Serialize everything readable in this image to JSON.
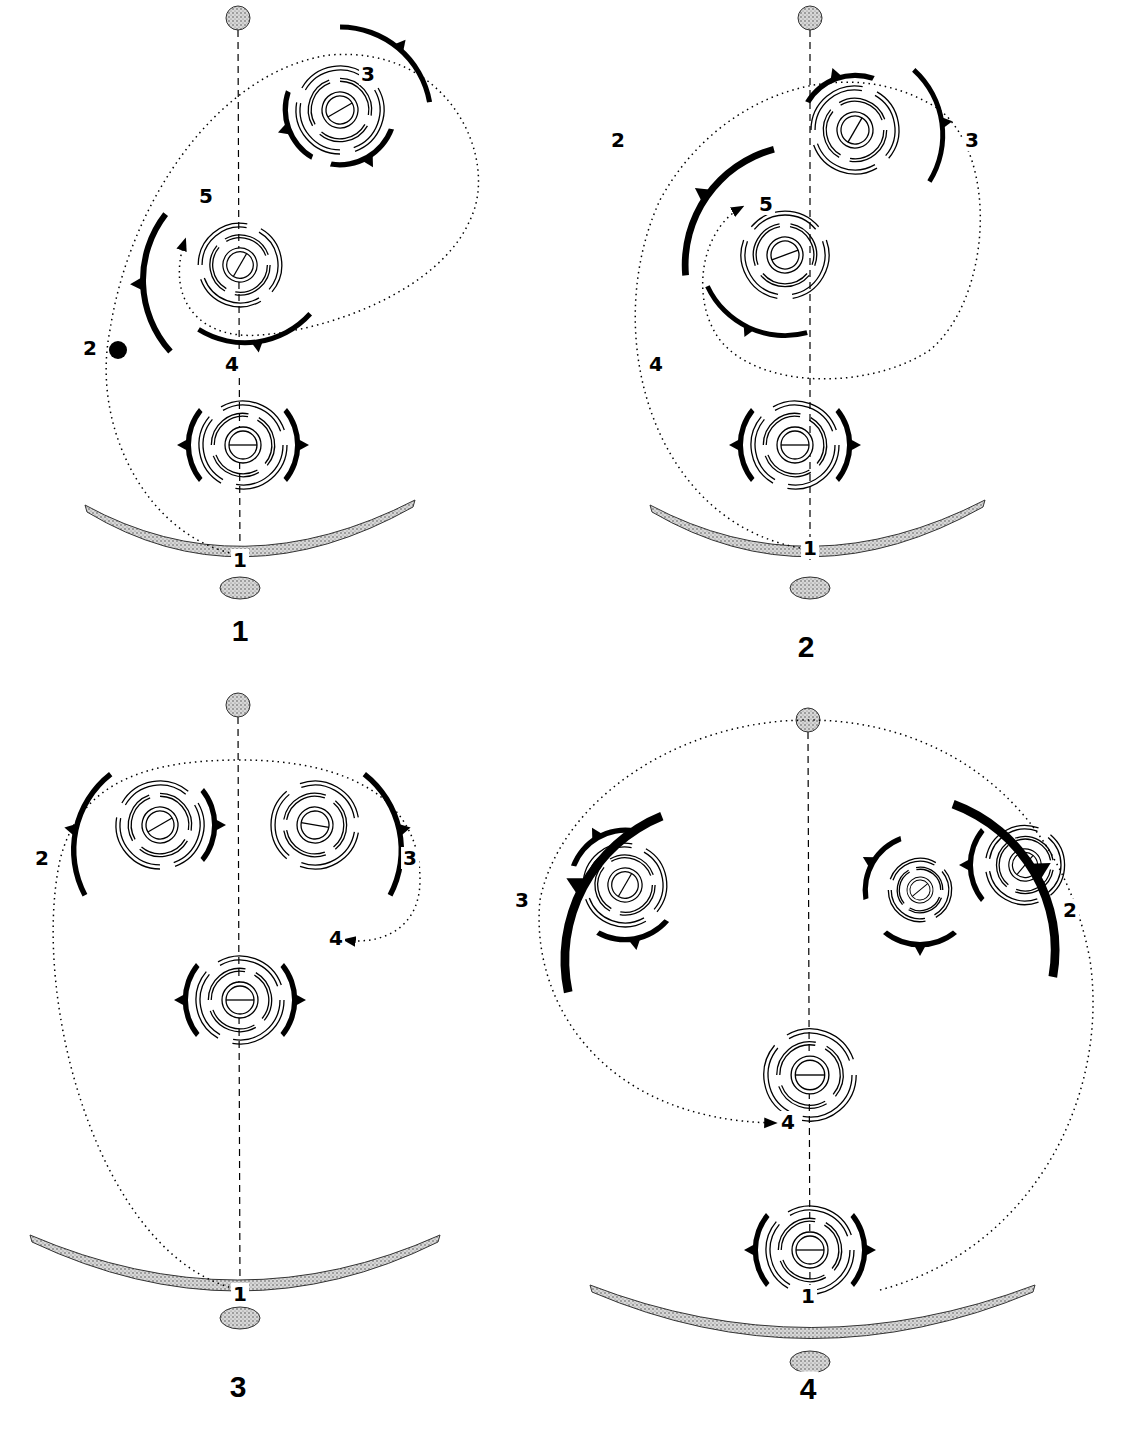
{
  "diagram": {
    "labels": [
      "3",
      "5",
      "2",
      "4",
      "1",
      "1",
      "2",
      "3",
      "5",
      "4",
      "1",
      "2",
      "2",
      "3",
      "4",
      "1",
      "3",
      "3",
      "2",
      "4",
      "1",
      "4"
    ]
  }
}
